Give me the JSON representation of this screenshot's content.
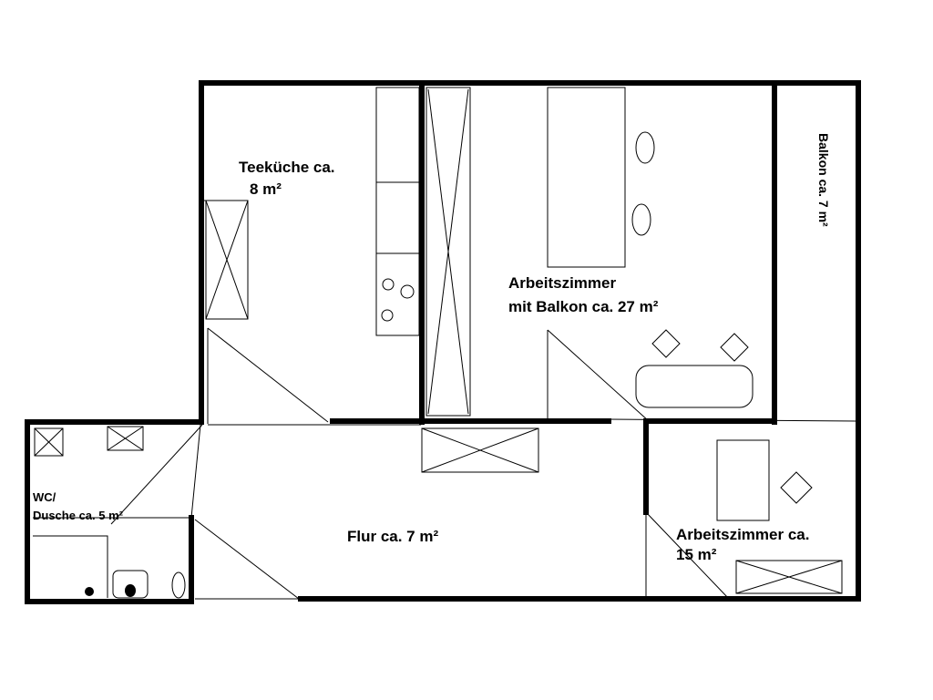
{
  "rooms": {
    "kitchen": {
      "line1": "Teeküche ca.",
      "line2": "8 m²"
    },
    "office_large": {
      "line1": "Arbeitszimmer",
      "line2": "mit Balkon ca. 27 m²"
    },
    "balcony": {
      "label": "Balkon ca. 7 m²"
    },
    "wc": {
      "line1": "WC/",
      "line2": "Dusche ca. 5 m²"
    },
    "hall": {
      "label": "Flur ca. 7 m²"
    },
    "office_small": {
      "line1": "Arbeitszimmer ca.",
      "line2": "15 m²"
    }
  },
  "colors": {
    "wall": "#000000",
    "background": "#ffffff"
  }
}
